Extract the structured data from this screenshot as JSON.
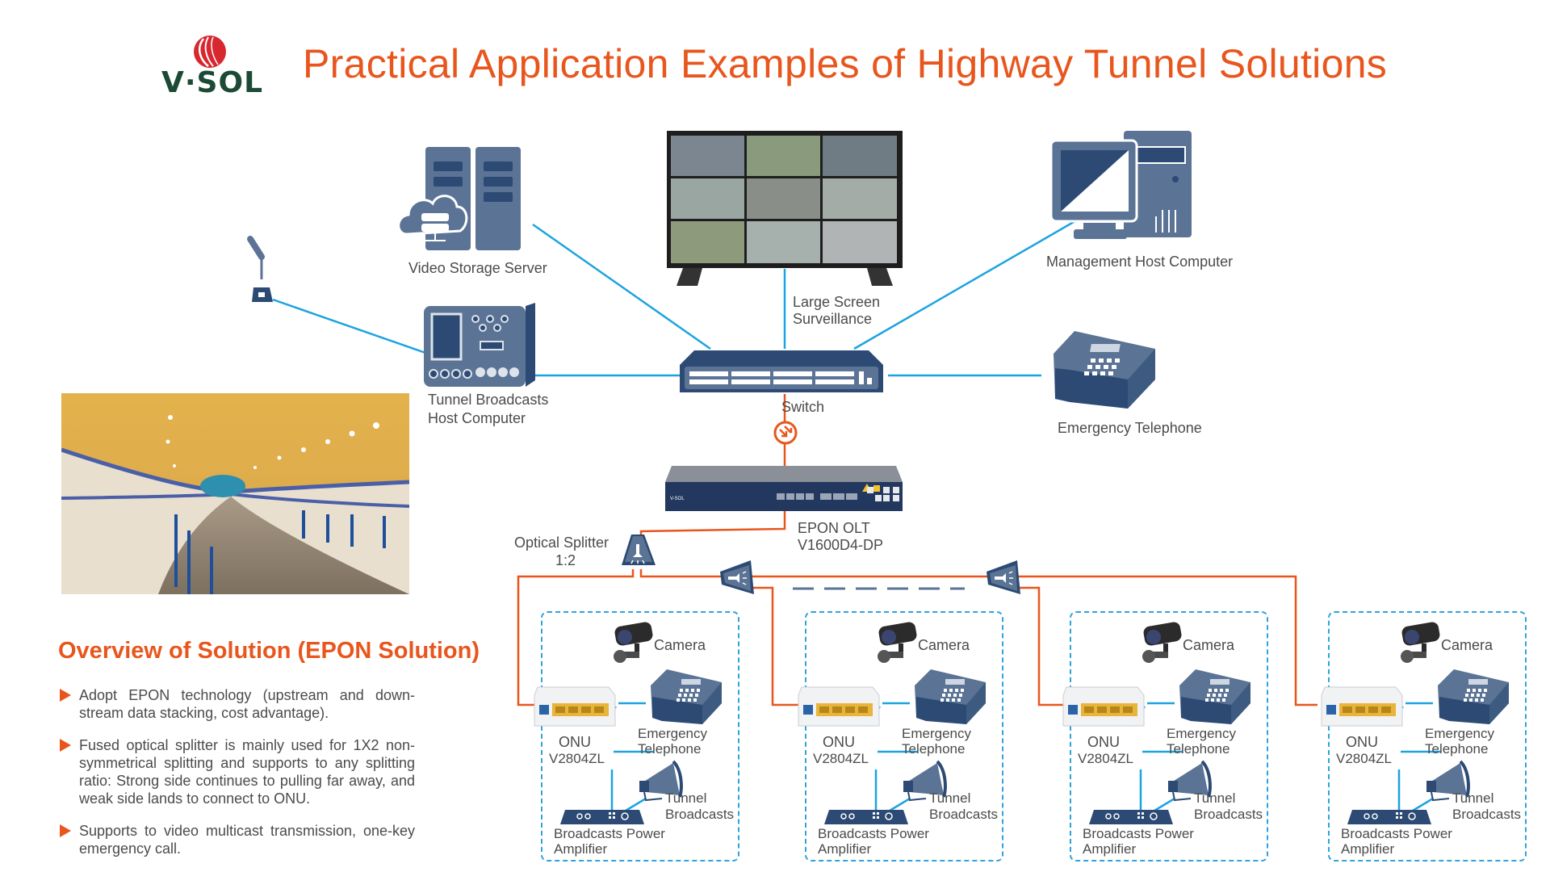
{
  "header": {
    "logo_text": "V·SOL",
    "title": "Practical Application Examples of Highway Tunnel Solutions"
  },
  "colors": {
    "accent_orange": "#e8561d",
    "link_blue": "#1ca3e0",
    "device_navy": "#2c4a73",
    "device_slate": "#5b7394",
    "logo_red": "#d7282f",
    "logo_green": "#1c4a35"
  },
  "topology": {
    "video_storage_server": {
      "label": "Video Storage Server",
      "icon": "server-cloud-icon"
    },
    "large_screen": {
      "label_line1": "Large Screen",
      "label_line2": "Surveillance",
      "icon": "monitor-wall-icon"
    },
    "management_host": {
      "label": "Management Host Computer",
      "icon": "desktop-computer-icon"
    },
    "microphone": {
      "icon": "microphone-icon"
    },
    "broadcast_host": {
      "label_line1": "Tunnel Broadcasts",
      "label_line2": "Host Computer",
      "icon": "broadcast-console-icon"
    },
    "switch": {
      "label": "Switch",
      "icon": "switch-icon"
    },
    "emergency_telephone": {
      "label": "Emergency Telephone",
      "icon": "telephone-icon"
    },
    "converter": {
      "icon": "media-converter-icon"
    },
    "olt": {
      "label_line1": "EPON OLT",
      "label_line2": "V1600D4-DP",
      "icon": "olt-icon"
    },
    "splitter": {
      "label_line1": "Optical Splitter",
      "label_line2": "1:2",
      "icon": "splitter-icon"
    },
    "inline_splitters": [
      {
        "icon": "splitter-icon"
      },
      {
        "icon": "splitter-icon"
      }
    ]
  },
  "onu_groups": [
    {
      "camera": "Camera",
      "onu_line1": "ONU",
      "onu_line2": "V2804ZL",
      "phone_line1": "Emergency",
      "phone_line2": "Telephone",
      "speaker_line1": "Tunnel",
      "speaker_line2": "Broadcasts",
      "amp_line1": "Broadcasts Power",
      "amp_line2": "Amplifier"
    },
    {
      "camera": "Camera",
      "onu_line1": "ONU",
      "onu_line2": "V2804ZL",
      "phone_line1": "Emergency",
      "phone_line2": "Telephone",
      "speaker_line1": "Tunnel",
      "speaker_line2": "Broadcasts",
      "amp_line1": "Broadcasts Power",
      "amp_line2": "Amplifier"
    },
    {
      "camera": "Camera",
      "onu_line1": "ONU",
      "onu_line2": "V2804ZL",
      "phone_line1": "Emergency",
      "phone_line2": "Telephone",
      "speaker_line1": "Tunnel",
      "speaker_line2": "Broadcasts",
      "amp_line1": "Broadcasts Power",
      "amp_line2": "Amplifier"
    },
    {
      "camera": "Camera",
      "onu_line1": "ONU",
      "onu_line2": "V2804ZL",
      "phone_line1": "Emergency",
      "phone_line2": "Telephone",
      "speaker_line1": "Tunnel",
      "speaker_line2": "Broadcasts",
      "amp_line1": "Broadcasts Power",
      "amp_line2": "Amplifier"
    }
  ],
  "overview": {
    "title": "Overview of Solution (EPON Solution)",
    "bullets": [
      "Adopt EPON technology (upstream and down-stream data stacking, cost advantage).",
      "Fused optical splitter is mainly used for 1X2 non-symmetrical splitting and supports to any splitting ratio: Strong side continues to pulling far away, and weak side lands to connect to ONU.",
      "Supports to video multicast transmission, one-key emergency call."
    ]
  },
  "photo": {
    "subject": "highway-tunnel-photo"
  }
}
